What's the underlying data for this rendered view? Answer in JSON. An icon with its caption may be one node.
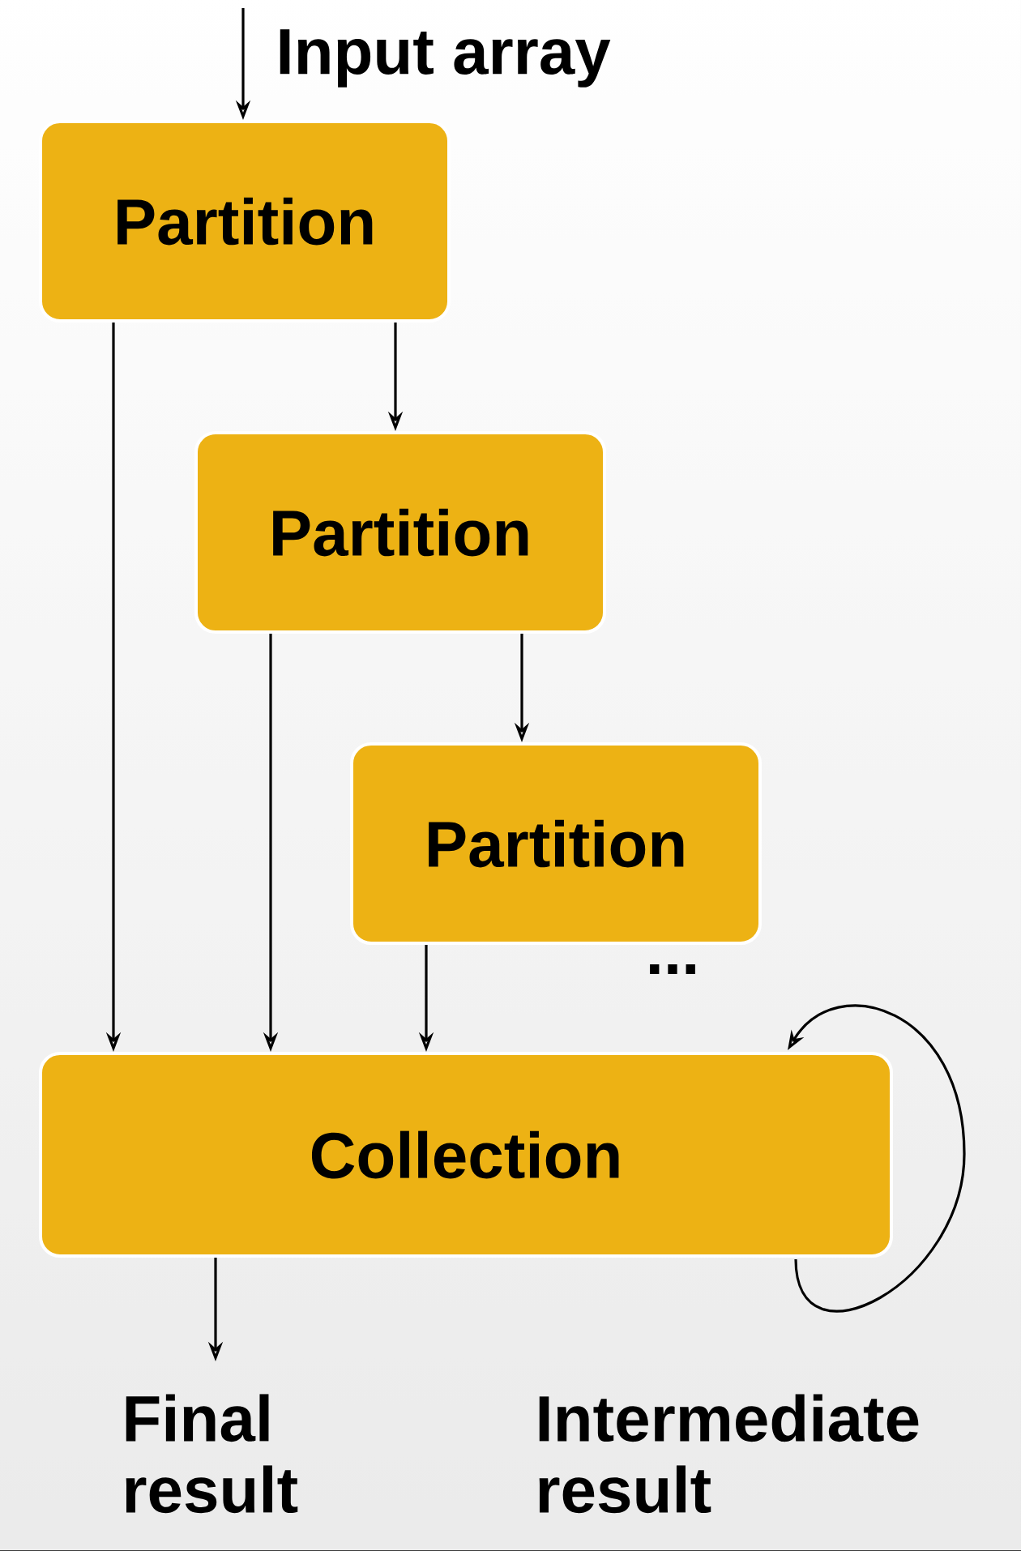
{
  "diagram": {
    "nodes": [
      {
        "text": [
          "Partition"
        ]
      },
      {
        "text": [
          "Partition"
        ]
      },
      {
        "text": [
          "Partition"
        ]
      },
      {
        "text": [
          "Collection"
        ]
      },
      {
        "text": [
          "Final result"
        ]
      }
    ],
    "edges": [
      {
        "from": null,
        "to": 0,
        "arrow": "to",
        "label": "Input array"
      },
      {
        "from": 0,
        "to": 1,
        "arrow": "to"
      },
      {
        "from": 1,
        "to": 2,
        "arrow": "to"
      },
      {
        "from": 0,
        "to": 3,
        "arrow": "to"
      },
      {
        "from": 1,
        "to": 3,
        "arrow": "to"
      },
      {
        "from": 2,
        "to": 3,
        "arrow": "to"
      },
      {
        "from": 3,
        "to": 3,
        "arrow": "to"
      },
      {
        "from": 3,
        "to": 4,
        "arrow": "to"
      }
    ],
    "labels": [
      "...",
      "Intermediate result"
    ]
  }
}
